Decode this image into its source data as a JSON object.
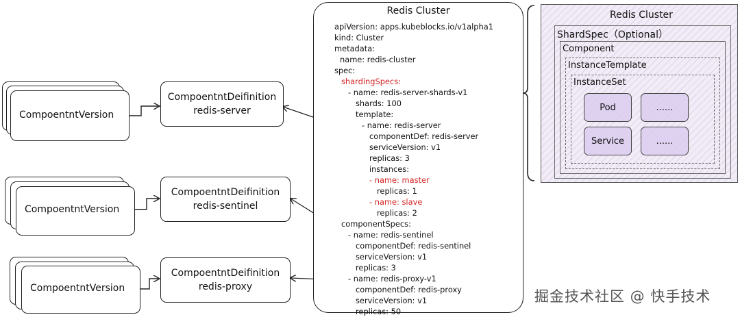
{
  "left": {
    "rows": [
      {
        "version_label": "CompoentntVersion",
        "def_title": "CompoentntDeifinition",
        "def_name": "redis-server"
      },
      {
        "version_label": "CompoentntVersion",
        "def_title": "CompoentntDeifinition",
        "def_name": "redis-sentinel"
      },
      {
        "version_label": "CompoentntVersion",
        "def_title": "CompoentntDeifinition",
        "def_name": "redis-proxy"
      }
    ]
  },
  "yaml": {
    "title": "Redis Cluster",
    "lines": [
      "apiVersion: apps.kubeblocks.io/v1alpha1",
      "kind: Cluster",
      "metadata:",
      "  name: redis-cluster",
      "spec:",
      "  shardingSpecs:",
      "  - name: redis-server-shards-v1",
      "    shards: 100",
      "    template:",
      "      - name: redis-server",
      "        componentDef: redis-server",
      "        serviceVersion: v1",
      "        replicas: 3",
      "        instances:",
      "        - name: master",
      "          replicas: 1",
      "        - name: slave",
      "          replicas: 2",
      "  componentSpecs:",
      "  - name: redis-sentinel",
      "    componentDef: redis-sentinel",
      "    serviceVersion: v1",
      "    replicas: 3",
      "  - name: redis-proxy-v1",
      "    componentDef: redis-proxy",
      "    serviceVersion: v1",
      "    replicas: 50"
    ]
  },
  "hierarchy": {
    "title": "Redis Cluster",
    "shard_spec": "ShardSpec（Optional）",
    "component": "Component",
    "instance_template": "InstanceTemplate",
    "instance_set": "InstanceSet",
    "cells": [
      "Pod",
      "......",
      "Service",
      "......"
    ]
  },
  "watermark": "掘金技术社区 @ 快手技术",
  "colors": {
    "highlight_red": "#d32222",
    "panel_purple": "#f1ecf6",
    "cell_purple": "#dccdee"
  }
}
